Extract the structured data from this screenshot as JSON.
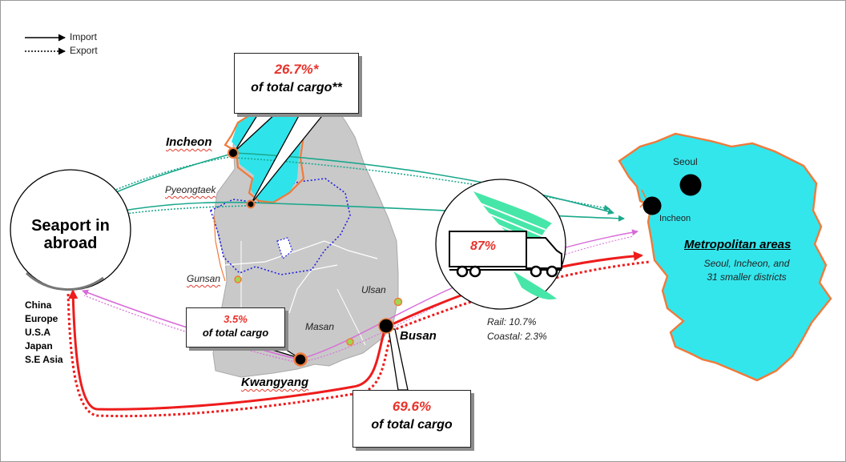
{
  "legend": {
    "import_label": "Import",
    "export_label": "Export"
  },
  "seaport": {
    "title_line1": "Seaport in",
    "title_line2": "abroad",
    "destinations": [
      "China",
      "Europe",
      "U.S.A",
      "Japan",
      "S.E Asia"
    ]
  },
  "ports": {
    "incheon": "Incheon",
    "pyeongtaek": "Pyeongtaek",
    "gunsan": "Gunsan",
    "masan": "Masan",
    "ulsan": "Ulsan",
    "busan": "Busan",
    "kwangyang": "Kwangyang"
  },
  "callouts": {
    "incheon_pct": "26.7%*",
    "incheon_text": "of total cargo**",
    "kwangyang_pct": "3.5%",
    "kwangyang_text": "of total cargo",
    "busan_pct": "69.6%",
    "busan_text": "of total cargo"
  },
  "transport": {
    "road_pct": "87%",
    "rail": "Rail: 10.7%",
    "coastal": "Coastal: 2.3%"
  },
  "metro": {
    "seoul": "Seoul",
    "incheon": "Incheon",
    "title": "Metropolitan areas",
    "desc_line1": "Seoul, Incheon, and",
    "desc_line2": "31 smaller districts"
  },
  "colors": {
    "import_teal": "#1aa88c",
    "export_red": "#ee1c1c",
    "kwangyang_purple": "#d86ad8",
    "metro_fill": "#33e6ec",
    "incheon_fill": "#2fe3ea",
    "map_gray": "#c9c9c9",
    "coast_orange": "#f07a3a",
    "province_blue": "#2020e6"
  }
}
